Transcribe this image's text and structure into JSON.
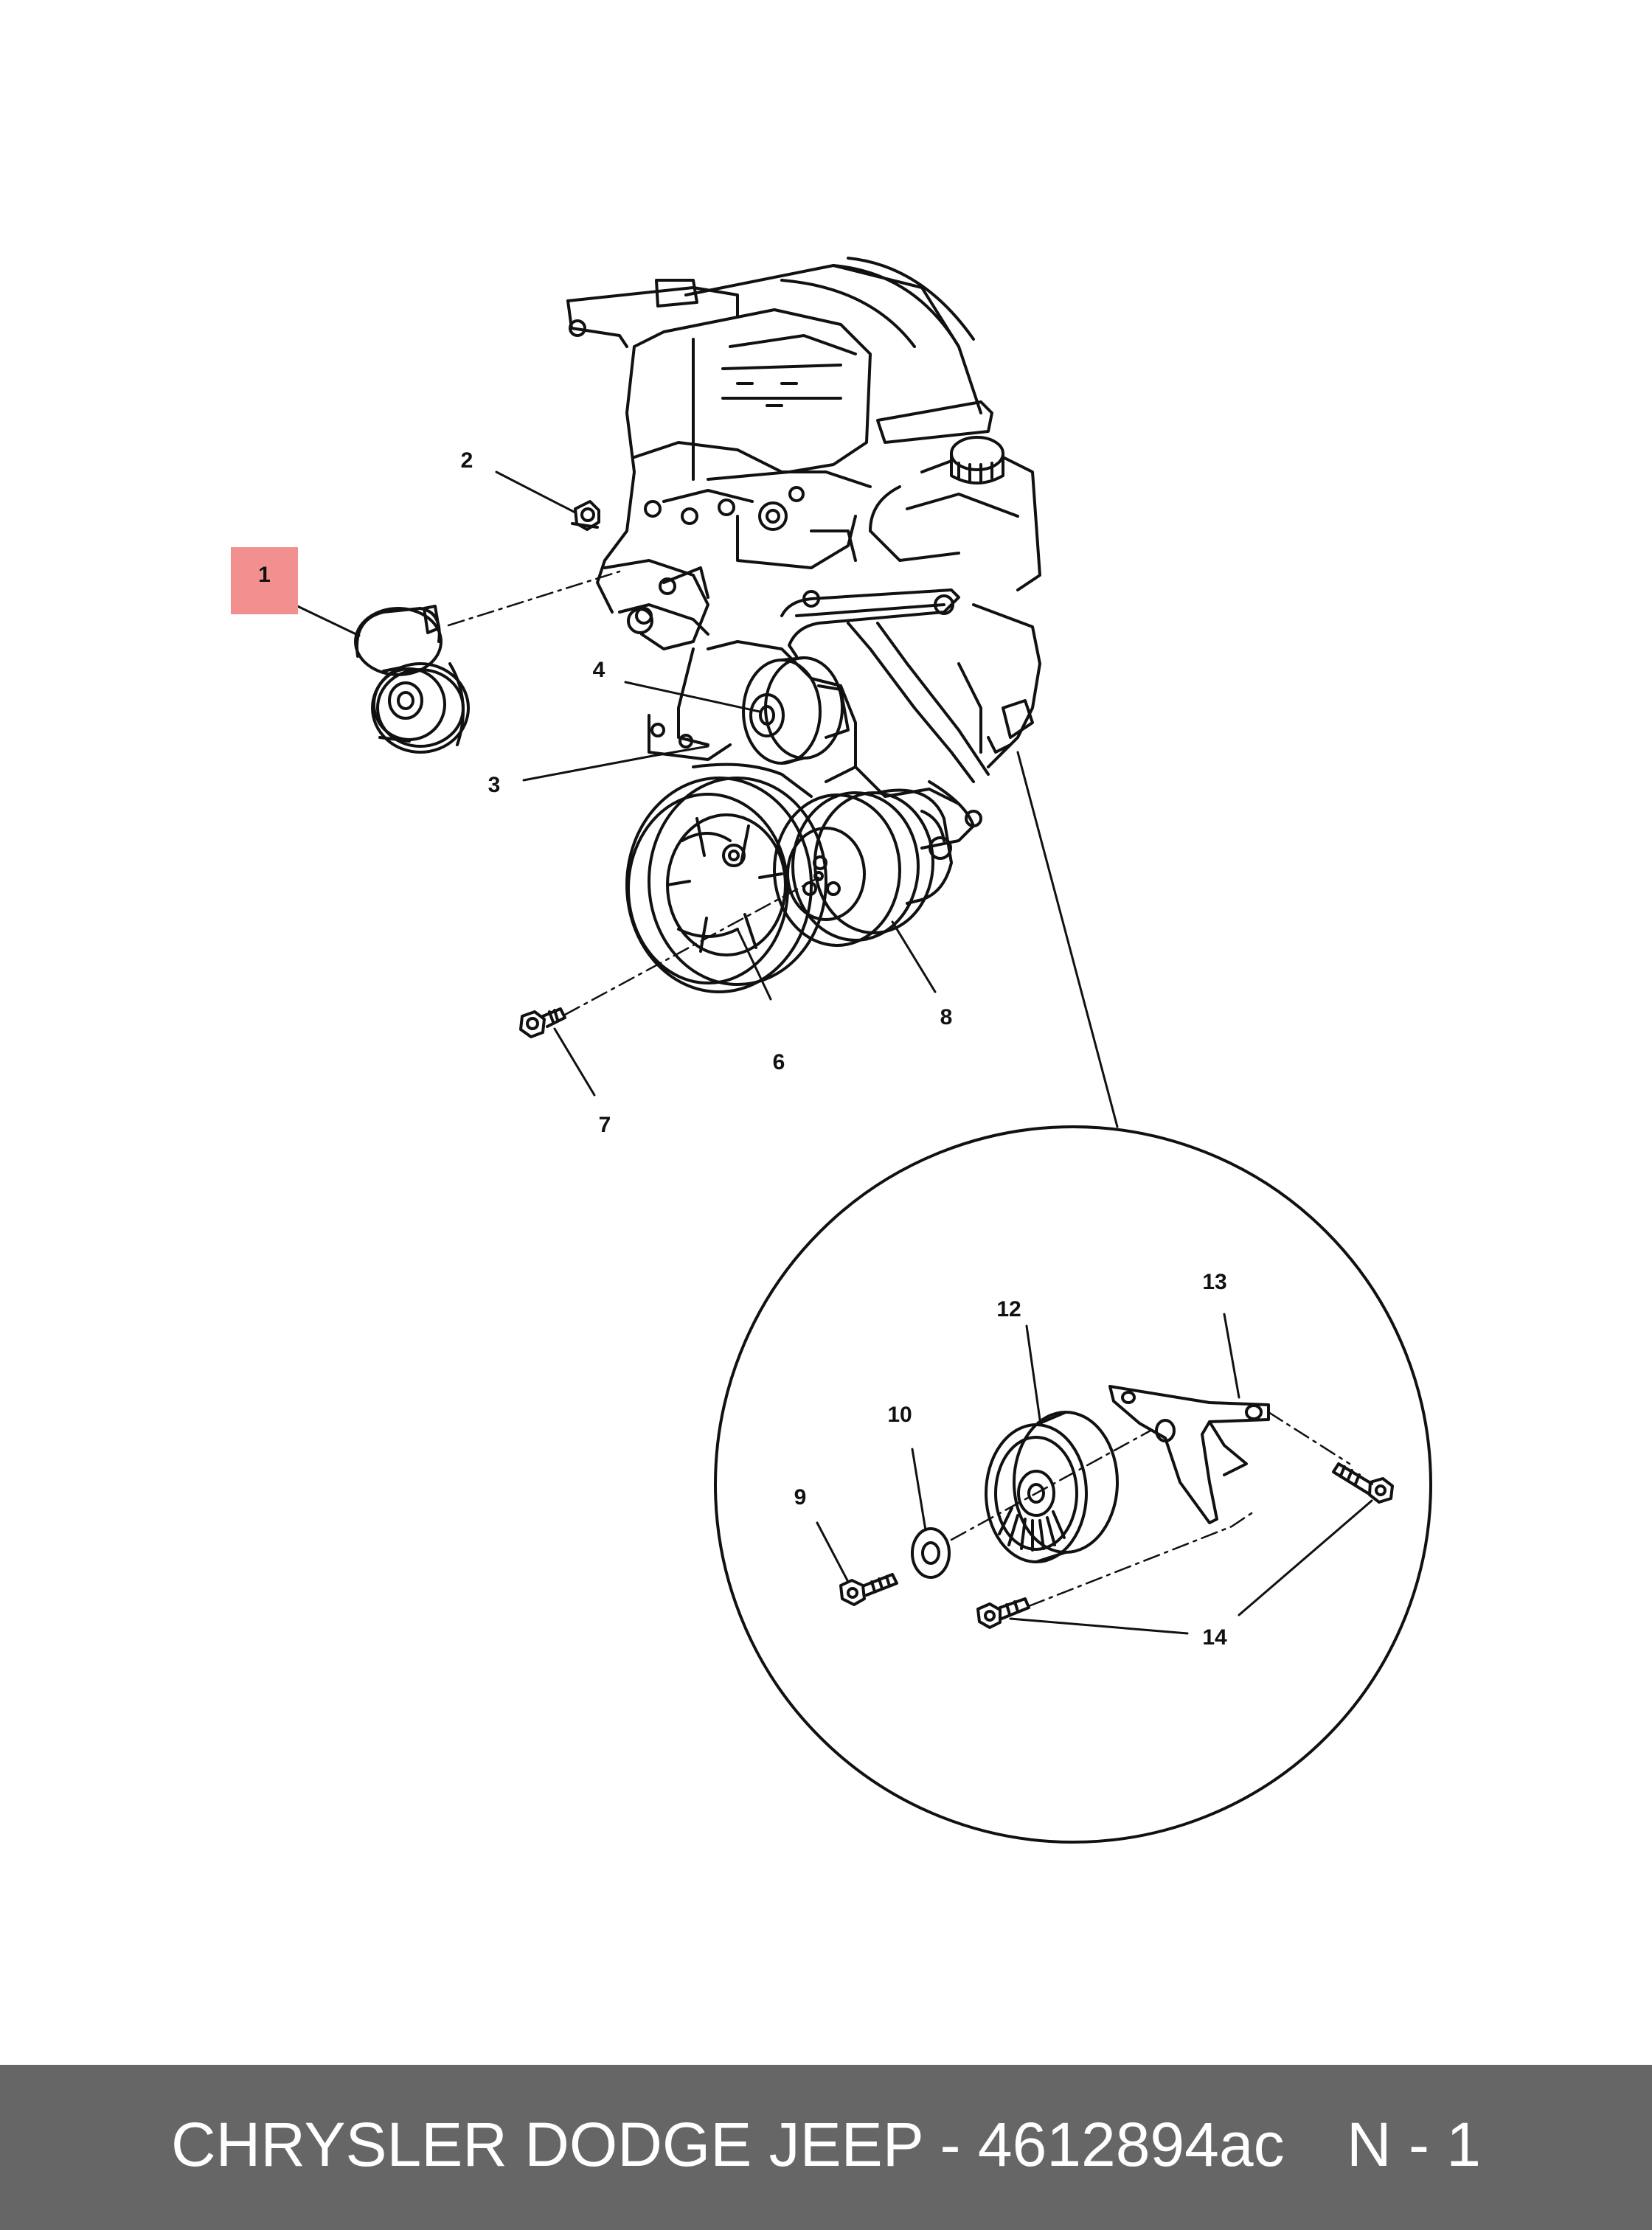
{
  "callouts": {
    "c1": "1",
    "c2": "2",
    "c3": "3",
    "c4": "4",
    "c6": "6",
    "c7": "7",
    "c8": "8",
    "c9": "9",
    "c10": "10",
    "c12": "12",
    "c13": "13",
    "c14": "14"
  },
  "highlight": {
    "callout": "1",
    "color": "#f29090"
  },
  "footer": {
    "title": "CHRYSLER DODGE JEEP - 4612894ac",
    "page": "N - 1",
    "background": "#666666",
    "text_color": "#ffffff"
  }
}
